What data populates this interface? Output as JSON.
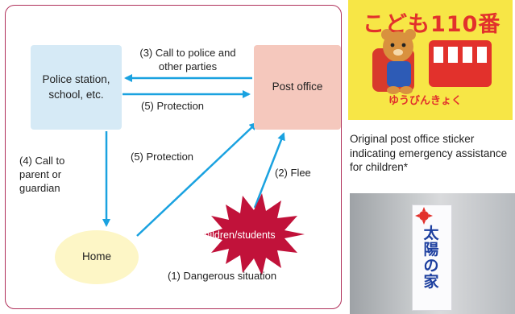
{
  "diagram": {
    "nodes": {
      "police": "Police station, school, etc.",
      "post_office": "Post office",
      "home": "Home",
      "children": "Children/students"
    },
    "edges": {
      "call_police": "(3) Call to police and other parties",
      "protection_police": "(5) Protection",
      "call_parent": "(4) Call to parent or guardian",
      "protection_home": "(5) Protection",
      "flee": "(2) Flee"
    },
    "situation": "(1) Dangerous situation"
  },
  "side": {
    "sticker_title": "こども110番",
    "sticker_subtitle": "ゆうびんきょく",
    "sticker_caption": "Original post office sticker indicating emergency assistance for children*",
    "photo_sign": "太陽の家"
  },
  "colors": {
    "arrow": "#1aa2e0",
    "frame": "#b0305a",
    "burst": "#c1123a",
    "police_box": "#d6eaf6",
    "post_box": "#f5c8bd",
    "home_ellipse": "#fdf6c6",
    "sticker_bg": "#f7e646"
  }
}
